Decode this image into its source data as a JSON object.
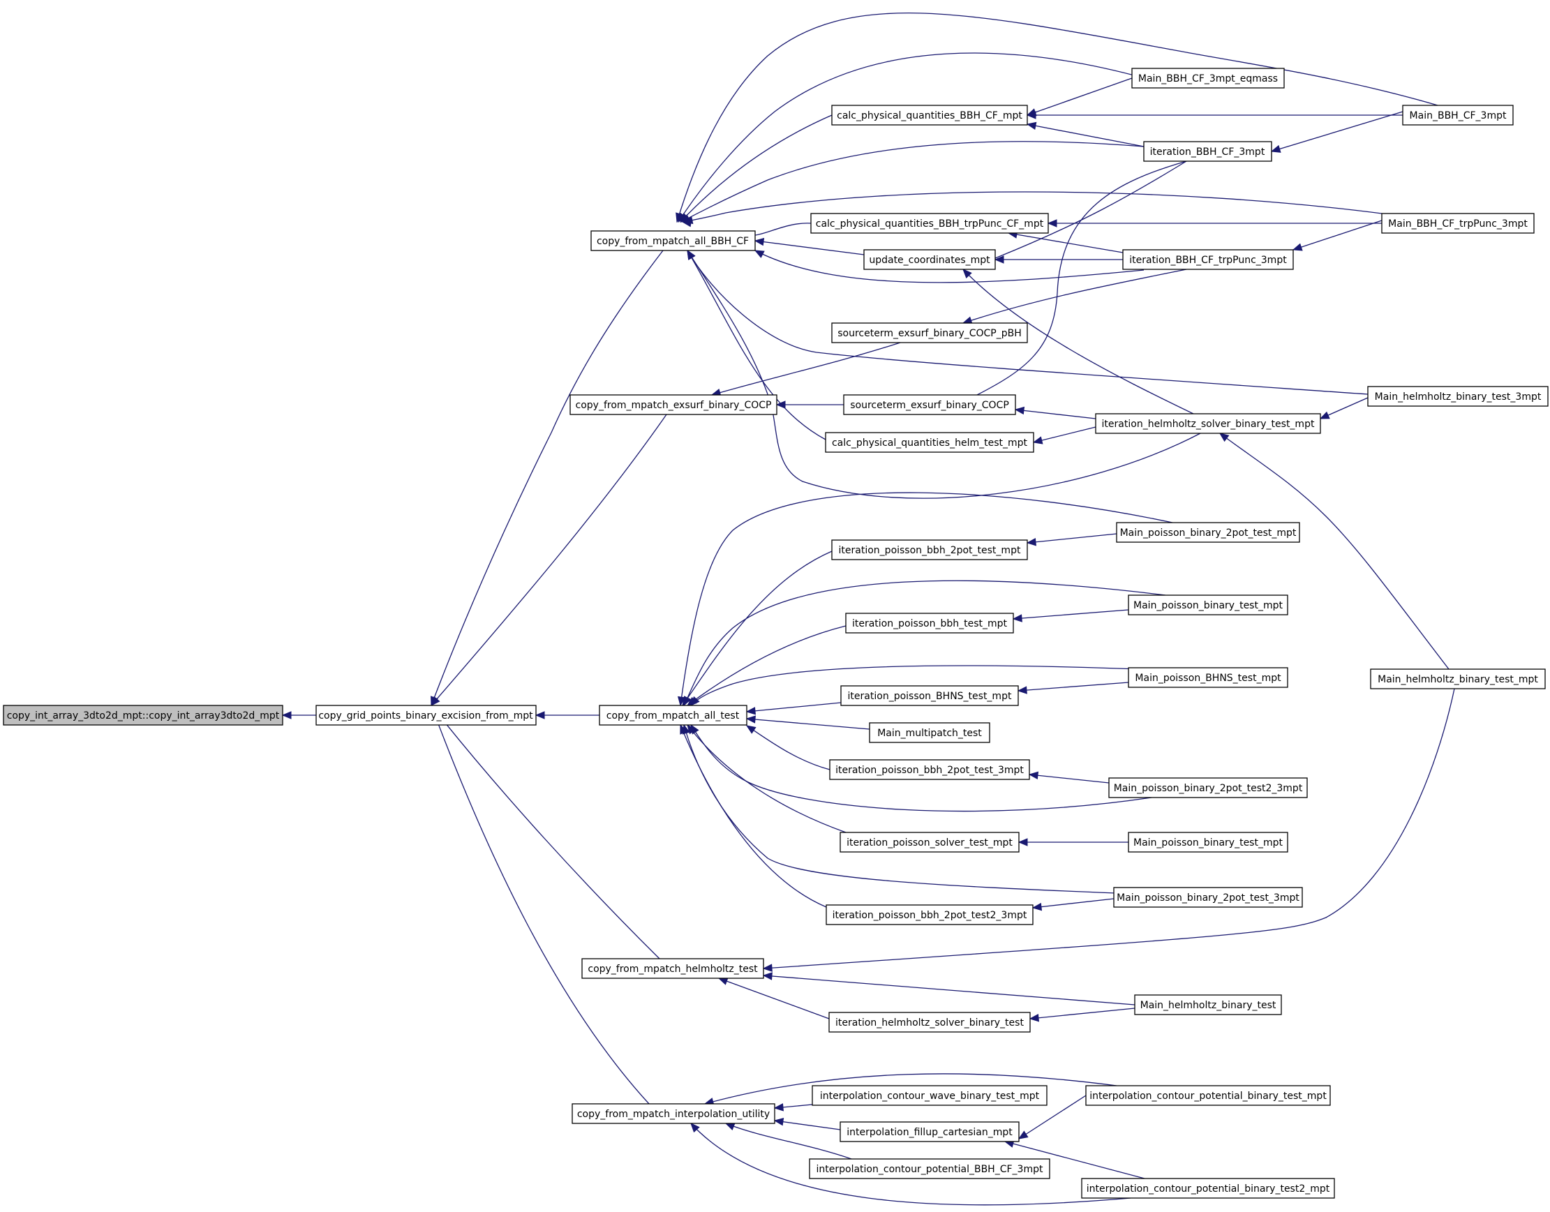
{
  "diagram": {
    "type": "call-graph",
    "colors": {
      "edge": "#191970",
      "node_fill": "#ffffff",
      "root_fill": "#bfbfbf",
      "node_border": "#000000",
      "background": "#ffffff"
    },
    "nodes": [
      {
        "id": "n0",
        "label": "copy_int_array_3dto2d_mpt::copy_int_array3dto2d_mpt",
        "root": true
      },
      {
        "id": "n1",
        "label": "copy_grid_points_binary_excision_from_mpt"
      },
      {
        "id": "n2",
        "label": "copy_from_mpatch_all_BBH_CF"
      },
      {
        "id": "n3",
        "label": "copy_from_mpatch_exsurf_binary_COCP"
      },
      {
        "id": "n4",
        "label": "copy_from_mpatch_all_test"
      },
      {
        "id": "n5",
        "label": "copy_from_mpatch_helmholtz_test"
      },
      {
        "id": "n6",
        "label": "copy_from_mpatch_interpolation_utility"
      },
      {
        "id": "n7",
        "label": "calc_physical_quantities_BBH_CF_mpt"
      },
      {
        "id": "n8",
        "label": "calc_physical_quantities_BBH_trpPunc_CF_mpt"
      },
      {
        "id": "n9",
        "label": "update_coordinates_mpt"
      },
      {
        "id": "n10",
        "label": "sourceterm_exsurf_binary_COCP_pBH"
      },
      {
        "id": "n11",
        "label": "sourceterm_exsurf_binary_COCP"
      },
      {
        "id": "n12",
        "label": "calc_physical_quantities_helm_test_mpt"
      },
      {
        "id": "n13",
        "label": "Main_BBH_CF_3mpt_eqmass"
      },
      {
        "id": "n14",
        "label": "iteration_BBH_CF_3mpt"
      },
      {
        "id": "n15",
        "label": "iteration_BBH_CF_trpPunc_3mpt"
      },
      {
        "id": "n16",
        "label": "iteration_helmholtz_solver_binary_test_mpt"
      },
      {
        "id": "n17",
        "label": "Main_BBH_CF_3mpt"
      },
      {
        "id": "n18",
        "label": "Main_BBH_CF_trpPunc_3mpt"
      },
      {
        "id": "n19",
        "label": "Main_helmholtz_binary_test_3mpt"
      },
      {
        "id": "n20",
        "label": "Main_helmholtz_binary_test_mpt"
      },
      {
        "id": "n21",
        "label": "iteration_poisson_bbh_2pot_test_mpt"
      },
      {
        "id": "n22",
        "label": "iteration_poisson_bbh_test_mpt"
      },
      {
        "id": "n23",
        "label": "iteration_poisson_BHNS_test_mpt"
      },
      {
        "id": "n24",
        "label": "Main_multipatch_test"
      },
      {
        "id": "n25",
        "label": "iteration_poisson_bbh_2pot_test_3mpt"
      },
      {
        "id": "n26",
        "label": "iteration_poisson_solver_test_mpt"
      },
      {
        "id": "n27",
        "label": "iteration_poisson_bbh_2pot_test2_3mpt"
      },
      {
        "id": "n28",
        "label": "Main_poisson_binary_2pot_test_mpt"
      },
      {
        "id": "n29",
        "label": "Main_poisson_binary_test_mpt"
      },
      {
        "id": "n30",
        "label": "Main_poisson_BHNS_test_mpt"
      },
      {
        "id": "n31",
        "label": "Main_poisson_binary_2pot_test2_3mpt"
      },
      {
        "id": "n32",
        "label": "Main_poisson_binary_test_mpt"
      },
      {
        "id": "n33",
        "label": "Main_poisson_binary_2pot_test_3mpt"
      },
      {
        "id": "n34",
        "label": "iteration_helmholtz_solver_binary_test"
      },
      {
        "id": "n35",
        "label": "Main_helmholtz_binary_test"
      },
      {
        "id": "n36",
        "label": "interpolation_contour_wave_binary_test_mpt"
      },
      {
        "id": "n37",
        "label": "interpolation_fillup_cartesian_mpt"
      },
      {
        "id": "n38",
        "label": "interpolation_contour_potential_BBH_CF_3mpt"
      },
      {
        "id": "n39",
        "label": "interpolation_contour_potential_binary_test_mpt"
      },
      {
        "id": "n40",
        "label": "interpolation_contour_potential_binary_test2_mpt"
      }
    ]
  }
}
